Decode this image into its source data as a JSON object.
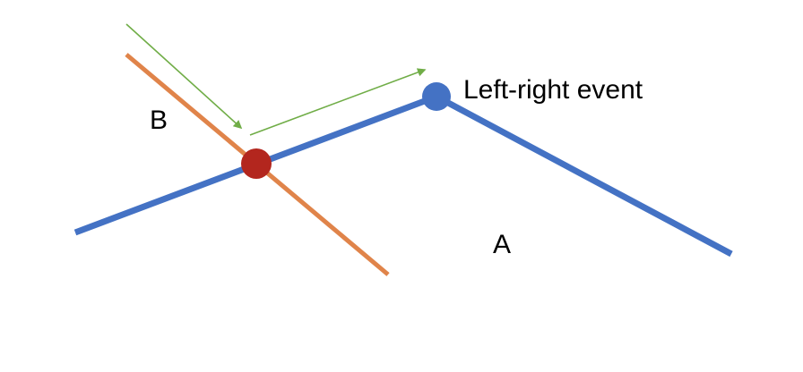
{
  "labels": {
    "event": "Left-right event",
    "line_a": "A",
    "line_b": "B"
  },
  "colors": {
    "line_a": "#4472C4",
    "line_b": "#E0844A",
    "arrow": "#70AD47",
    "intersection_point": "#B3261E",
    "event_point": "#4472C4",
    "background": "#FFFFFF"
  }
}
